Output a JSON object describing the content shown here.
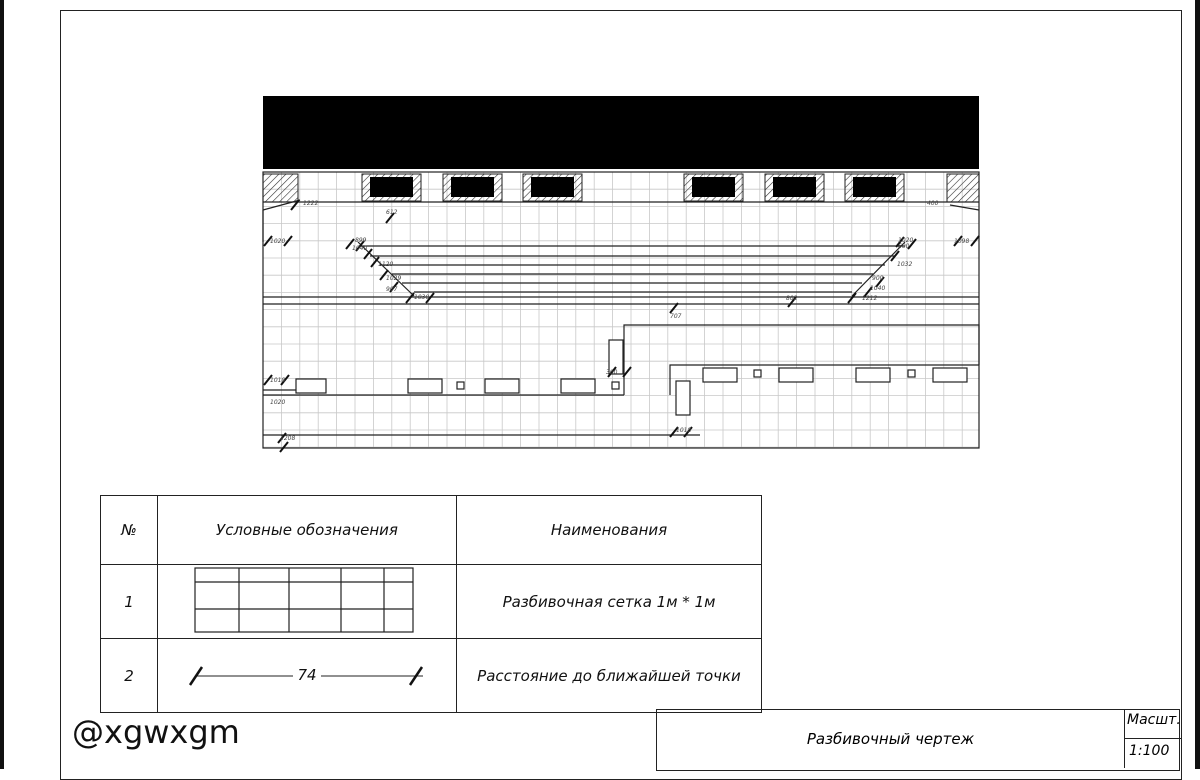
{
  "drawing": {
    "dimension_labels": [
      "1222",
      "1020",
      "612",
      "1040",
      "899",
      "1120",
      "1029",
      "907",
      "1030",
      "707",
      "400",
      "1098",
      "600",
      "1032",
      "900",
      "1040",
      "802",
      "1212",
      "1018",
      "1020",
      "300",
      "1208",
      "1018",
      "1020"
    ]
  },
  "legend": {
    "headers": {
      "num": "№",
      "symbol": "Условные обозначения",
      "name": "Наименования"
    },
    "rows": [
      {
        "num": "1",
        "name": "Разбивочная сетка 1м * 1м"
      },
      {
        "num": "2",
        "name": "Расстояние до ближайшей точки",
        "dimension_value": "74"
      }
    ]
  },
  "watermark": "@xgwxgm",
  "title_block": {
    "title": "Разбивочный чертеж",
    "scale_label": "Масшт.",
    "scale_value": "1:100"
  }
}
